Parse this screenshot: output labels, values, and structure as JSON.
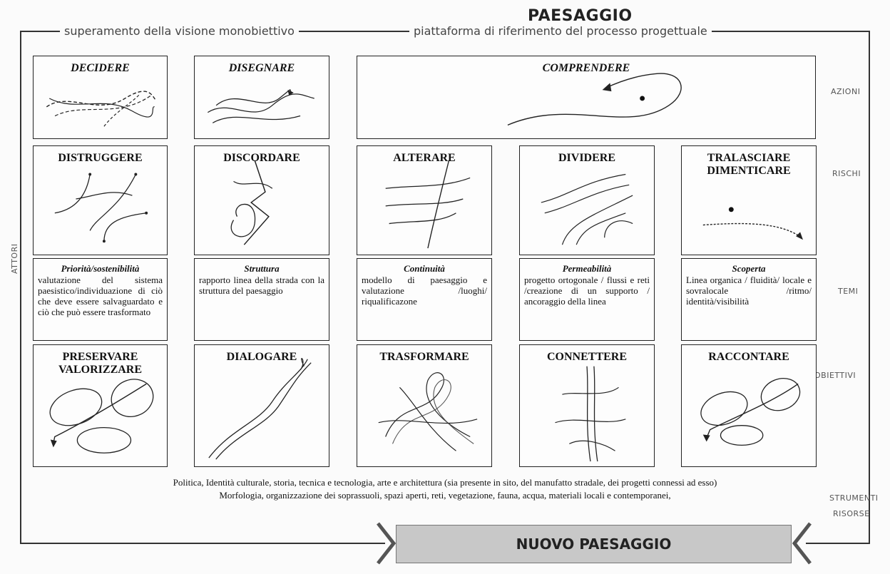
{
  "header": {
    "title": "PAESAGGIO",
    "left_subtitle": "superamento della visione monobiettivo",
    "right_subtitle": "piattaforma di riferimento del processo progettuale"
  },
  "side_labels": {
    "attori": "ATTORI",
    "azioni": "AZIONI",
    "rischi": "RISCHI",
    "temi": "TEMI",
    "obiettivi": "OBIETTIVI",
    "strumenti": "STRUMENTI",
    "risorse": "RISORSE"
  },
  "azioni": [
    "DECIDERE",
    "DISEGNARE",
    "COMPRENDERE"
  ],
  "rischi": [
    "DISTRUGGERE",
    "DISCORDARE",
    "ALTERARE",
    "DIVIDERE",
    "TRALASCIARE",
    "DIMENTICARE"
  ],
  "temi": [
    {
      "title": "Priorità/sostenibilità",
      "text": "valutazione del sistema paesistico/individuazione di ciò che deve essere salvaguardato e ciò che può essere trasformato"
    },
    {
      "title": "Struttura",
      "text": "rapporto linea della strada con la struttura del paesaggio"
    },
    {
      "title": "Continuità",
      "text": "modello di paesaggio e valutazione /luoghi/ riqualificazone"
    },
    {
      "title": "Permeabilità",
      "text": "progetto ortogonale / flussi e reti /creazione di un supporto / ancoraggio della linea"
    },
    {
      "title": "Scoperta",
      "text": "Linea organica / fluidità/ locale e sovralocale /ritmo/ identità/visibilità"
    }
  ],
  "obiettivi": [
    "PRESERVARE",
    "VALORIZZARE",
    "DIALOGARE",
    "TRASFORMARE",
    "CONNETTERE",
    "RACCONTARE"
  ],
  "footer": {
    "line1": "Politica, Identità culturale, storia, tecnica e tecnologia, arte e architettura (sia presente in sito, del manufatto stradale, dei progetti connessi ad esso)",
    "line2": "Morfologia, organizzazione dei soprassuoli, spazi aperti, reti, vegetazione, fauna, acqua, materiali locali e contemporanei,",
    "result": "NUOVO PAESAGGIO"
  }
}
